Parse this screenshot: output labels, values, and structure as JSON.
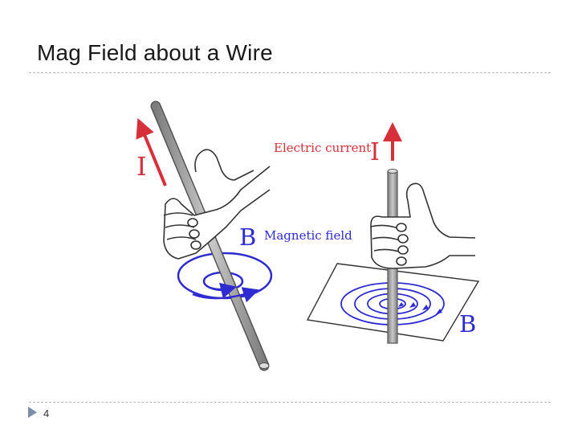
{
  "slide": {
    "title": "Mag Field about a Wire",
    "page_number": "4"
  },
  "diagram": {
    "left_label_current": "I",
    "left_label_field": "B",
    "label_magnetic_field": "Magnetic field",
    "label_electric_current": "Electric current",
    "right_label_current": "I",
    "right_label_field": "B"
  },
  "colors": {
    "current_arrow": "#d6303a",
    "field_lines": "#2e2bd0",
    "wire": "#9a9a9a"
  },
  "icons": {
    "footer_marker": "triangle-right-icon"
  }
}
